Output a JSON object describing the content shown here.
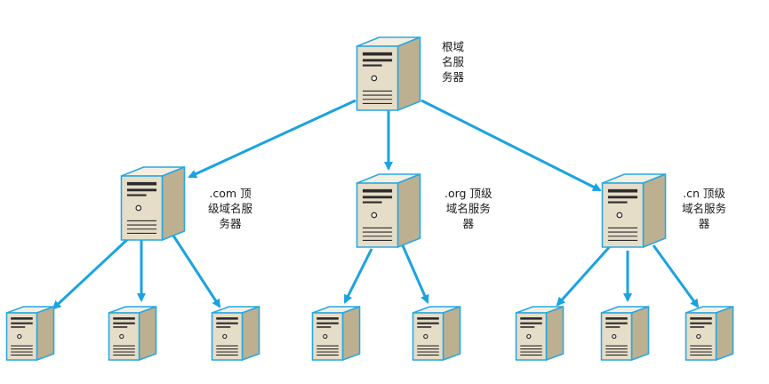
{
  "diagram": {
    "nodes": [
      {
        "id": "root",
        "label_lines": [
          "根域",
          "名服",
          "务器"
        ],
        "icon": "server-tower-icon"
      },
      {
        "id": "com",
        "label_lines": [
          ".com 顶",
          "级域名服",
          "务器"
        ],
        "icon": "server-tower-icon"
      },
      {
        "id": "org",
        "label_lines": [
          ".org 顶级",
          "域名服务",
          "器"
        ],
        "icon": "server-tower-icon"
      },
      {
        "id": "cn",
        "label_lines": [
          ".cn 顶级",
          "域名服务",
          "器"
        ],
        "icon": "server-tower-icon"
      },
      {
        "id": "com-1",
        "icon": "server-tower-icon"
      },
      {
        "id": "com-2",
        "icon": "server-tower-icon"
      },
      {
        "id": "com-3",
        "icon": "server-tower-icon"
      },
      {
        "id": "org-1",
        "icon": "server-tower-icon"
      },
      {
        "id": "org-2",
        "icon": "server-tower-icon"
      },
      {
        "id": "cn-1",
        "icon": "server-tower-icon"
      },
      {
        "id": "cn-2",
        "icon": "server-tower-icon"
      },
      {
        "id": "cn-3",
        "icon": "server-tower-icon"
      }
    ],
    "edges": [
      {
        "from": "root",
        "to": "com"
      },
      {
        "from": "root",
        "to": "org"
      },
      {
        "from": "root",
        "to": "cn"
      },
      {
        "from": "com",
        "to": "com-1"
      },
      {
        "from": "com",
        "to": "com-2"
      },
      {
        "from": "com",
        "to": "com-3"
      },
      {
        "from": "org",
        "to": "org-1"
      },
      {
        "from": "org",
        "to": "org-2"
      },
      {
        "from": "cn",
        "to": "cn-1"
      },
      {
        "from": "cn",
        "to": "cn-2"
      },
      {
        "from": "cn",
        "to": "cn-3"
      }
    ],
    "colors": {
      "arrow": "#1aa3e0",
      "server_front": "#e6ddc8",
      "server_side": "#bdb091",
      "server_top": "#f4efe2",
      "server_outline": "#29a8e0",
      "server_detail": "#2c2c2c"
    }
  }
}
